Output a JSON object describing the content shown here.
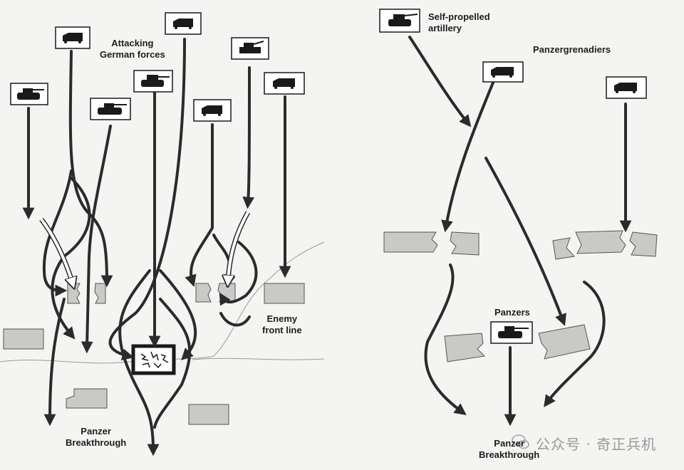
{
  "labels": {
    "attacking_forces": "Attacking\nGerman forces",
    "enemy_front_line": "Enemy\nfront line",
    "panzer_breakthrough_left": "Panzer\nBreakthrough",
    "self_propelled_artillery": "Self-propelled\nartillery",
    "panzergrenadiers": "Panzergrenadiers",
    "panzers": "Panzers",
    "panzer_breakthrough_right": "Panzer\nBreakthrough"
  },
  "watermark": {
    "text": "公众号 · 奇正兵机"
  },
  "colors": {
    "arrow": "#2b2b2b",
    "block_fill": "#c9c9c7",
    "block_stroke": "#555555",
    "badge_fill": "#ffffff",
    "vehicle": "#1a1a1a",
    "background": "#f4f4f2"
  },
  "icons": [
    "halftrack-icon",
    "tank-icon",
    "self-propelled-gun-icon",
    "bunker-icon",
    "wechat-icon"
  ]
}
